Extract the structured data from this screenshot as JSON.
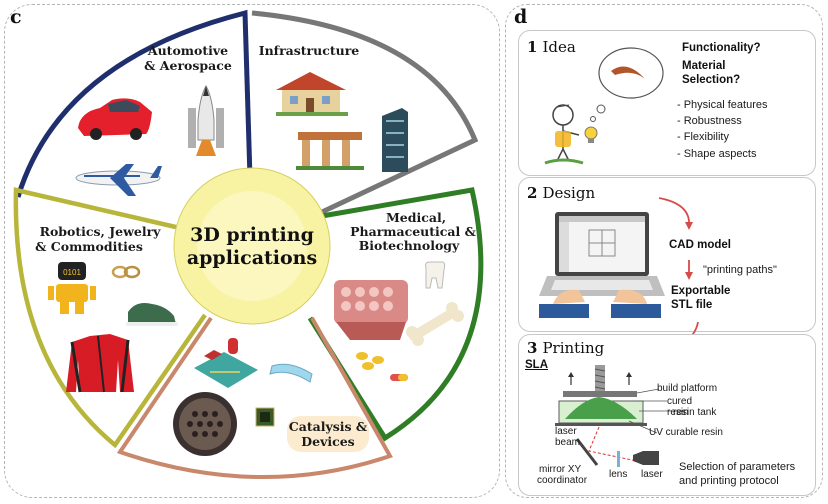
{
  "panel_c": {
    "letter": "c",
    "center": {
      "line1": "3D printing",
      "line2": "applications"
    },
    "sectors": {
      "automotive": {
        "line1": "Automotive",
        "line2": "& Aerospace"
      },
      "infrastructure": {
        "line1": "Infrastructure"
      },
      "medical": {
        "line1": "Medical,",
        "line2": "Pharmaceutical &",
        "line3": "Biotechnology"
      },
      "catalysis": {
        "line1": "Catalysis &",
        "line2": "Devices"
      },
      "robotics": {
        "line1": "Robotics, Jewelry",
        "line2": "& Commodities"
      }
    },
    "robot_display": "0101",
    "colors": {
      "automotive": "#1f2f6e",
      "infrastructure": "#6e6e6e",
      "medical": "#2f7d24",
      "catalysis": "#c9876b",
      "robotics": "#b8b63a",
      "center": "#f7f3a3"
    }
  },
  "panel_d": {
    "letter": "d",
    "idea": {
      "number": "1",
      "title": "Idea",
      "question1": "Functionality?",
      "question2_line1": "Material",
      "question2_line2": "Selection?",
      "bullets": [
        "- Physical features",
        "- Robustness",
        "- Flexibility",
        "- Shape aspects"
      ]
    },
    "design": {
      "number": "2",
      "title": "Design",
      "cad": "CAD model",
      "paths": "\"printing paths\"",
      "export_line1": "Exportable",
      "export_line2": "STL file"
    },
    "printing": {
      "number": "3",
      "title": "Printing",
      "sla": "SLA",
      "build_platform": "build platform",
      "cured_line1": "cured",
      "cured_line2": "resin",
      "resin_tank": "resin tank",
      "uv_resin": "UV curable resin",
      "laser_beam_line1": "laser",
      "laser_beam_line2": "beam",
      "mirror_line1": "mirror XY",
      "mirror_line2": "coordinator",
      "lens": "lens",
      "laser": "laser",
      "selection_line1": "Selection of parameters",
      "selection_line2": "and printing protocol"
    }
  }
}
